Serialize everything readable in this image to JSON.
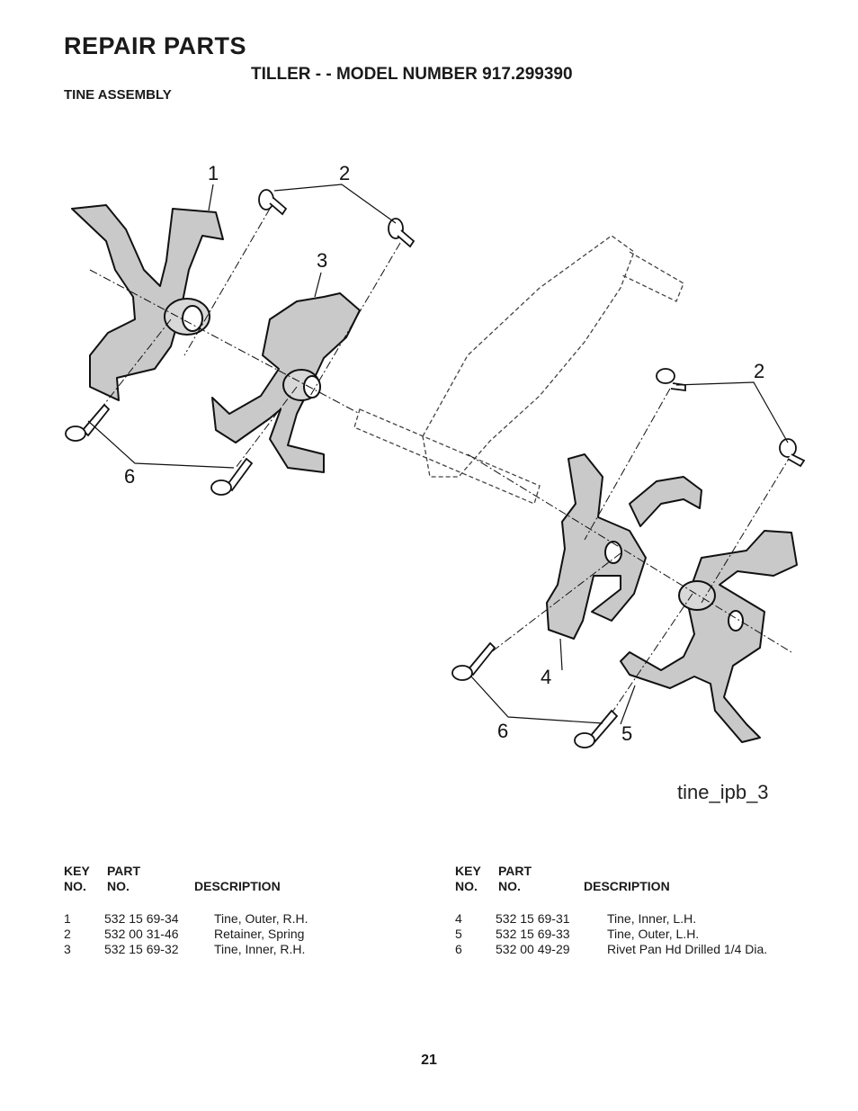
{
  "header": {
    "title": "REPAIR PARTS",
    "subtitle": "TILLER - - MODEL NUMBER 917.299390",
    "section": "TINE ASSEMBLY"
  },
  "diagram": {
    "callouts": [
      "1",
      "2",
      "3",
      "2",
      "6",
      "4",
      "6",
      "5"
    ],
    "figure_id": "tine_ipb_3"
  },
  "table_headers": {
    "key_line1": "KEY",
    "key_line2": "NO.",
    "part_line1": "PART",
    "part_line2": "NO.",
    "description": "DESCRIPTION"
  },
  "parts_left": [
    {
      "key": "1",
      "part": "532 15 69-34",
      "desc": "Tine, Outer, R.H."
    },
    {
      "key": "2",
      "part": "532 00 31-46",
      "desc": "Retainer, Spring"
    },
    {
      "key": "3",
      "part": "532 15 69-32",
      "desc": "Tine, Inner, R.H."
    }
  ],
  "parts_right": [
    {
      "key": "4",
      "part": "532 15 69-31",
      "desc": "Tine, Inner, L.H."
    },
    {
      "key": "5",
      "part": "532 15 69-33",
      "desc": "Tine, Outer, L.H."
    },
    {
      "key": "6",
      "part": "532 00 49-29",
      "desc": "Rivet Pan Hd Drilled 1/4 Dia."
    }
  ],
  "page_number": "21"
}
